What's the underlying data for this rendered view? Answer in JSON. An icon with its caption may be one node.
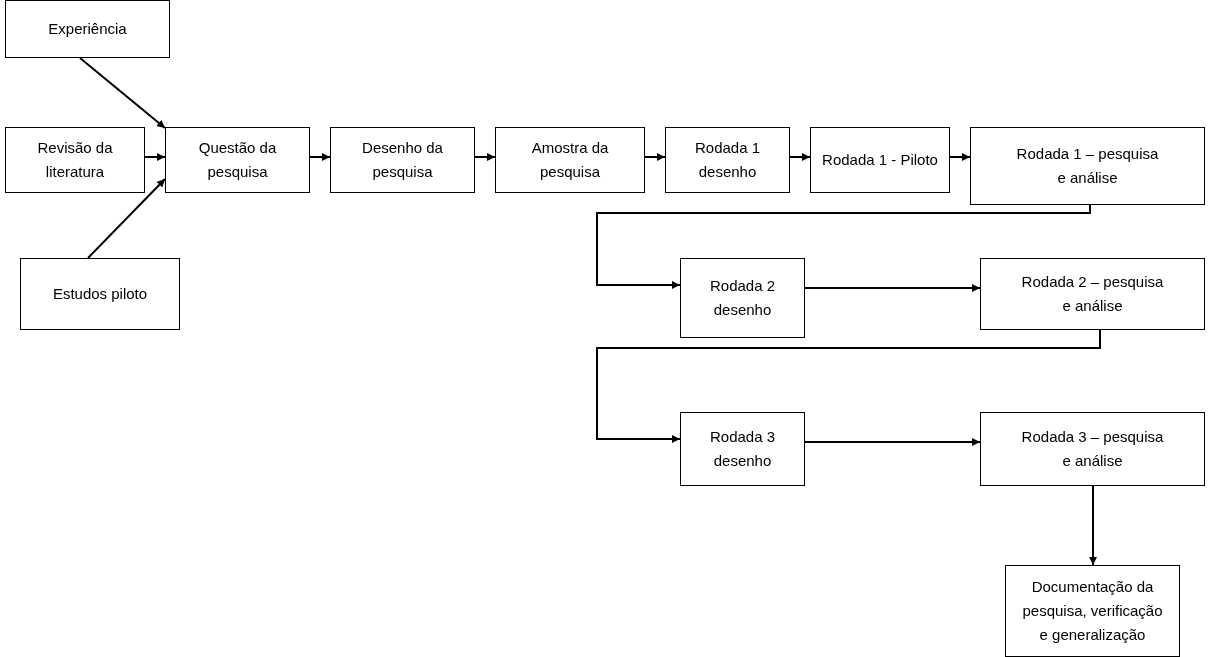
{
  "diagram": {
    "nodes": [
      {
        "text": [
          "Experiência"
        ]
      },
      {
        "text": [
          "Revisão da literatura"
        ]
      },
      {
        "text": [
          "Questão da pesquisa"
        ]
      },
      {
        "text": [
          "Desenho da pesquisa"
        ]
      },
      {
        "text": [
          "Amostra da pesquisa"
        ]
      },
      {
        "text": [
          "Rodada 1 desenho"
        ]
      },
      {
        "text": [
          "Rodada 1 - Piloto"
        ]
      },
      {
        "text": [
          "Rodada 1 – pesquisa e análise"
        ]
      },
      {
        "text": [
          "Estudos piloto"
        ]
      },
      {
        "text": [
          "Rodada 2 desenho"
        ]
      },
      {
        "text": [
          "Rodada 2 – pesquisa e análise"
        ]
      },
      {
        "text": [
          "Rodada 3 desenho"
        ]
      },
      {
        "text": [
          "Rodada 3 – pesquisa e análise"
        ]
      },
      {
        "text": [
          "Documentação da pesquisa, verificação e generalização"
        ]
      }
    ],
    "edges": [
      {
        "from": 0,
        "to": 2,
        "arrow": "to"
      },
      {
        "from": 1,
        "to": 2,
        "arrow": "to"
      },
      {
        "from": 8,
        "to": 2,
        "arrow": "to"
      },
      {
        "from": 2,
        "to": 3,
        "arrow": "to"
      },
      {
        "from": 3,
        "to": 4,
        "arrow": "to"
      },
      {
        "from": 4,
        "to": 5,
        "arrow": "to"
      },
      {
        "from": 5,
        "to": 6,
        "arrow": "to"
      },
      {
        "from": 6,
        "to": 7,
        "arrow": "to"
      },
      {
        "from": 7,
        "to": 9,
        "arrow": "to"
      },
      {
        "from": 9,
        "to": 10,
        "arrow": "to"
      },
      {
        "from": 10,
        "to": 11,
        "arrow": "to"
      },
      {
        "from": 11,
        "to": 12,
        "arrow": "to"
      },
      {
        "from": 12,
        "to": 13,
        "arrow": "to"
      }
    ]
  }
}
